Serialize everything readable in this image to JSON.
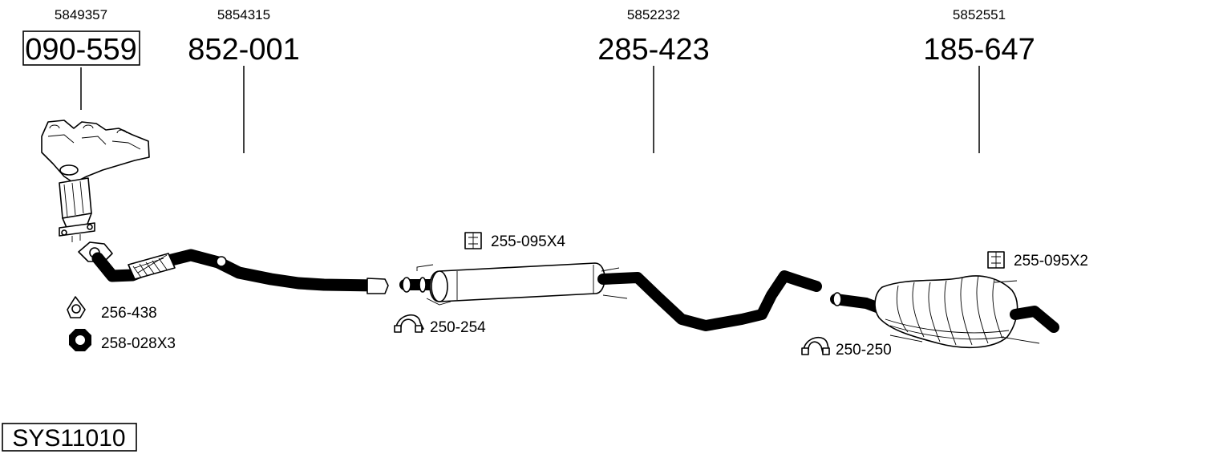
{
  "parts": [
    {
      "oem": "5849357",
      "number": "090-559",
      "boxed": true
    },
    {
      "oem": "5854315",
      "number": "852-001",
      "boxed": false
    },
    {
      "oem": "5852232",
      "number": "285-423",
      "boxed": false
    },
    {
      "oem": "5852551",
      "number": "185-647",
      "boxed": false
    }
  ],
  "accessories": {
    "gasket": "256-438",
    "nut": "258-028X3",
    "clamp_front": "250-254",
    "clamp_rear": "250-250",
    "hanger_middle": "255-095X4",
    "hanger_rear": "255-095X2"
  },
  "system_code": "SYS11010"
}
